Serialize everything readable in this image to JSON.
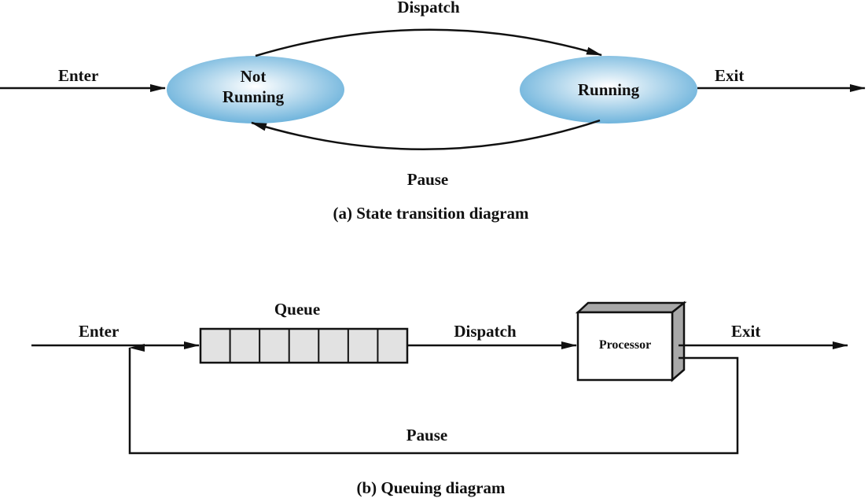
{
  "part_a": {
    "caption": "(a) State transition diagram",
    "states": [
      {
        "line1": "Not",
        "line2": "Running"
      },
      {
        "line1": "Running",
        "line2": ""
      }
    ],
    "labels": {
      "enter": "Enter",
      "exit": "Exit",
      "dispatch": "Dispatch",
      "pause": "Pause"
    },
    "colors": {
      "state_fill_center": "#ffffff",
      "state_fill_edge": "#6fb4dc"
    }
  },
  "part_b": {
    "caption": "(b) Queuing diagram",
    "queue_label": "Queue",
    "queue_slots": 7,
    "processor_label": "Processor",
    "labels": {
      "enter": "Enter",
      "exit": "Exit",
      "dispatch": "Dispatch",
      "pause": "Pause"
    },
    "colors": {
      "queue_fill": "#e2e2e2",
      "processor_side": "#a8a8a8"
    }
  }
}
